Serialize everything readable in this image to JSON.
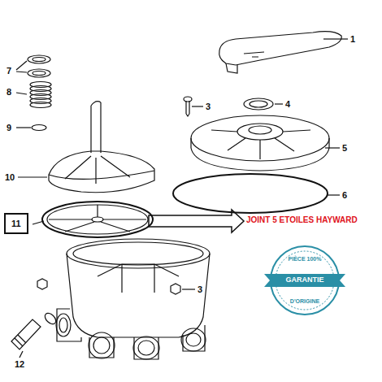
{
  "diagram": {
    "nodes": [
      {
        "text": [
          "11"
        ]
      },
      {
        "text": [
          "PIÈCE 100%",
          "GARANTIE",
          "D'ORIGINE"
        ]
      }
    ],
    "labels": [
      "7",
      "1",
      "8",
      "3",
      "4",
      "5",
      "9",
      "10",
      "6",
      "JOINT 5 ETOILES HAYWARD",
      "3",
      "12"
    ]
  }
}
